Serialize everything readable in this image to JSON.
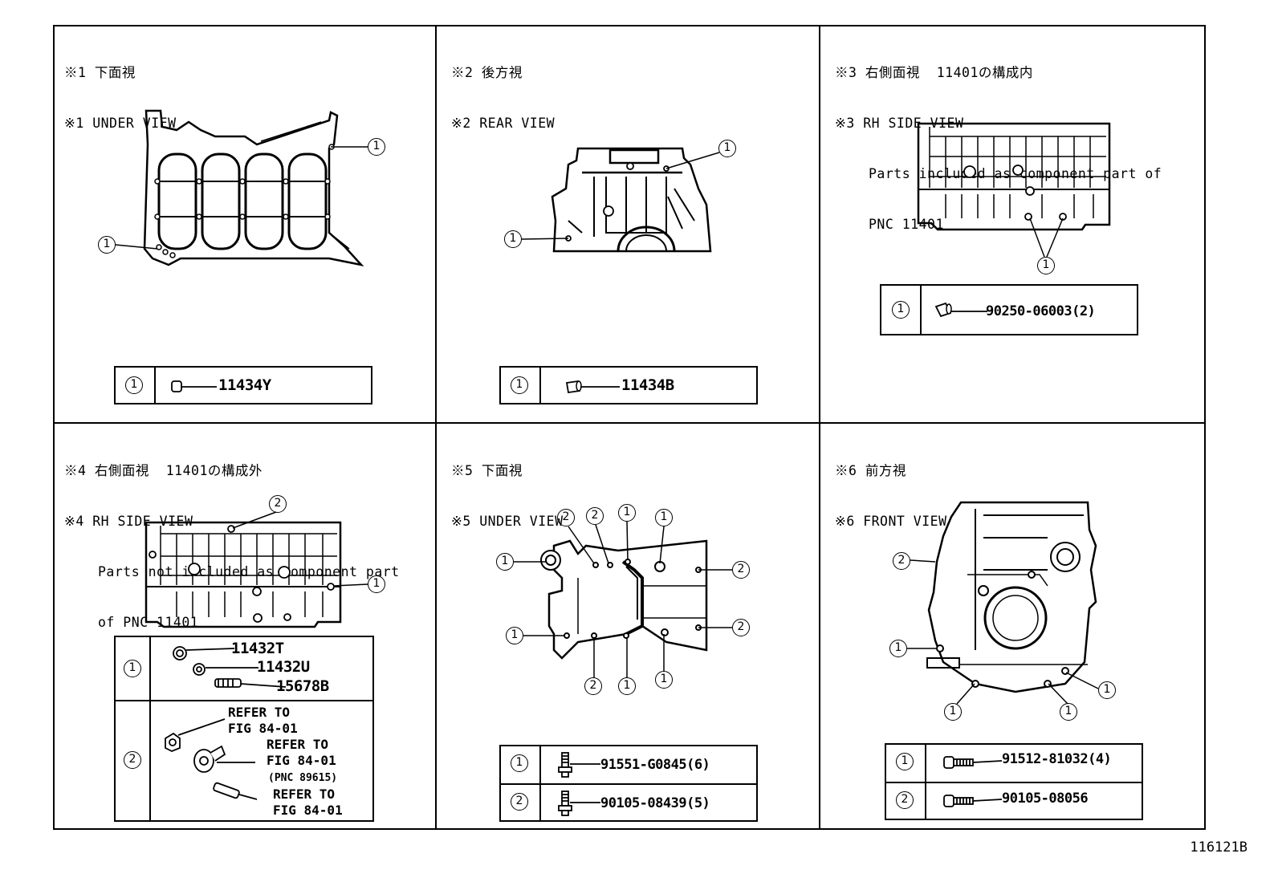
{
  "figure_code": "116121B",
  "panels": [
    {
      "id": "p1",
      "header_jp": "※1 下面視",
      "header_en": "※1 UNDER VIEW",
      "parts": [
        {
          "num": "1",
          "part": "11434Y",
          "icon": "pin-icon"
        }
      ]
    },
    {
      "id": "p2",
      "header_jp": "※2 後方視",
      "header_en": "※2 REAR VIEW",
      "parts": [
        {
          "num": "1",
          "part": "11434B",
          "icon": "pin-icon"
        }
      ]
    },
    {
      "id": "p3",
      "header_jp": "※3 右側面視  11401の構成内",
      "header_en": "※3 RH SIDE VIEW",
      "note1": "Parts included as component part of",
      "note2": "PNC 11401",
      "parts": [
        {
          "num": "1",
          "part": "90250-06003(2)",
          "icon": "pin-icon"
        }
      ]
    },
    {
      "id": "p4",
      "header_jp": "※4 右側面視  11401の構成外",
      "header_en": "※4 RH SIDE VIEW",
      "note1": "Parts not included as component part",
      "note2": "of PNC 11401",
      "parts": [
        {
          "num": "1",
          "items": [
            "11432T",
            "11432U",
            "15678B"
          ]
        },
        {
          "num": "2",
          "ref1a": "REFER TO",
          "ref1b": "FIG 84-01",
          "ref2a": "REFER TO",
          "ref2b": "FIG 84-01",
          "ref2c": "(PNC 89615)",
          "ref3a": "REFER TO",
          "ref3b": "FIG 84-01"
        }
      ]
    },
    {
      "id": "p5",
      "header_jp": "※5 下面視",
      "header_en": "※5 UNDER VIEW",
      "parts": [
        {
          "num": "1",
          "part": "91551-G0845(6)",
          "icon": "bolt-icon"
        },
        {
          "num": "2",
          "part": "90105-08439(5)",
          "icon": "bolt-icon"
        }
      ]
    },
    {
      "id": "p6",
      "header_jp": "※6 前方視",
      "header_en": "※6 FRONT VIEW",
      "parts": [
        {
          "num": "1",
          "part": "91512-81032(4)",
          "icon": "bolt-icon"
        },
        {
          "num": "2",
          "part": "90105-08056",
          "icon": "bolt-icon"
        }
      ]
    }
  ],
  "callouts": {
    "one": "1",
    "two": "2"
  }
}
